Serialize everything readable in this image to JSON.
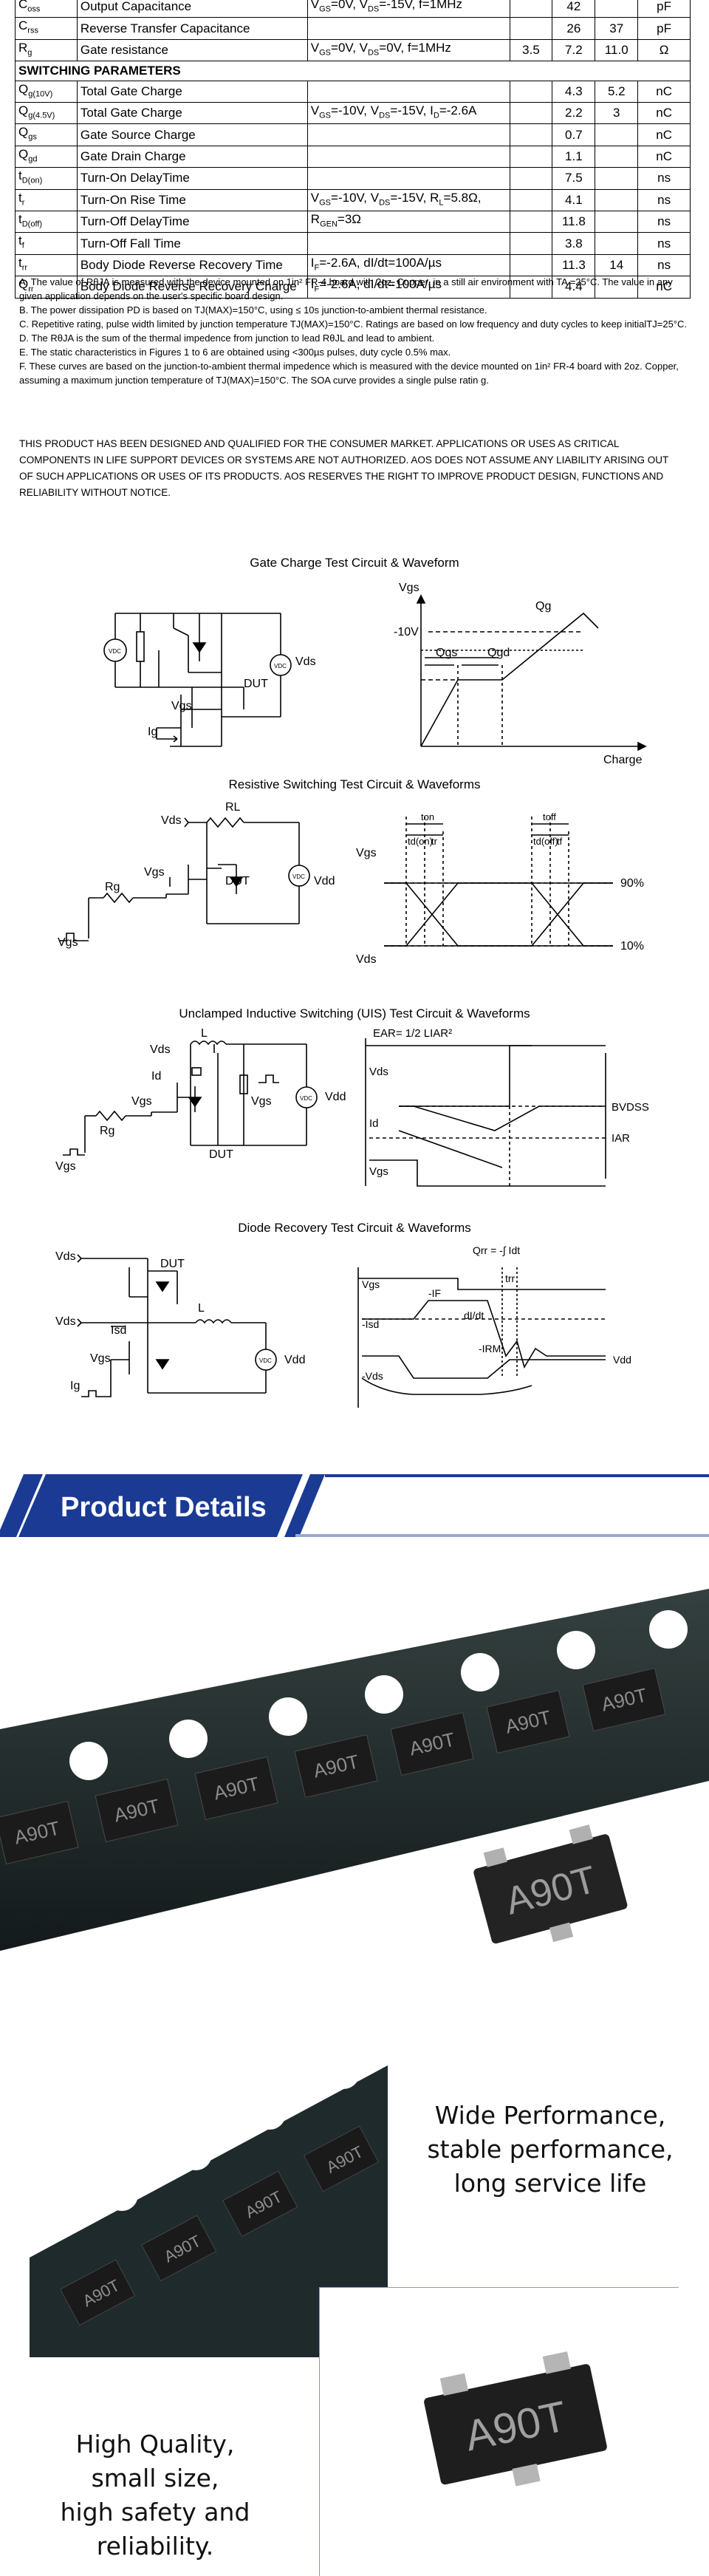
{
  "spec_table": {
    "rows": [
      {
        "sym": "C_oss",
        "param": "Output Capacitance",
        "cond": "V_GS=0V, V_DS=-15V, f=1MHz",
        "min": "",
        "typ": "42",
        "max": "",
        "unit": "pF"
      },
      {
        "sym": "C_rss",
        "param": "Reverse Transfer Capacitance",
        "cond": "",
        "min": "",
        "typ": "26",
        "max": "37",
        "unit": "pF"
      },
      {
        "sym": "R_g",
        "param": "Gate resistance",
        "cond": "V_GS=0V, V_DS=0V, f=1MHz",
        "min": "3.5",
        "typ": "7.2",
        "max": "11.0",
        "unit": "Ω"
      },
      {
        "section": "SWITCHING PARAMETERS"
      },
      {
        "sym": "Q_g(10V)",
        "param": "Total Gate Charge",
        "cond": "",
        "min": "",
        "typ": "4.3",
        "max": "5.2",
        "unit": "nC"
      },
      {
        "sym": "Q_g(4.5V)",
        "param": "Total Gate Charge",
        "cond": "V_GS=-10V, V_DS=-15V, I_D=-2.6A",
        "min": "",
        "typ": "2.2",
        "max": "3",
        "unit": "nC"
      },
      {
        "sym": "Q_gs",
        "param": "Gate Source Charge",
        "cond": "",
        "min": "",
        "typ": "0.7",
        "max": "",
        "unit": "nC"
      },
      {
        "sym": "Q_gd",
        "param": "Gate Drain Charge",
        "cond": "",
        "min": "",
        "typ": "1.1",
        "max": "",
        "unit": "nC"
      },
      {
        "sym": "t_D(on)",
        "param": "Turn-On DelayTime",
        "cond": "",
        "min": "",
        "typ": "7.5",
        "max": "",
        "unit": "ns"
      },
      {
        "sym": "t_r",
        "param": "Turn-On Rise Time",
        "cond": "V_GS=-10V, V_DS=-15V, R_L=5.8Ω,",
        "min": "",
        "typ": "4.1",
        "max": "",
        "unit": "ns"
      },
      {
        "sym": "t_D(off)",
        "param": "Turn-Off DelayTime",
        "cond": "R_GEN=3Ω",
        "min": "",
        "typ": "11.8",
        "max": "",
        "unit": "ns"
      },
      {
        "sym": "t_f",
        "param": "Turn-Off Fall Time",
        "cond": "",
        "min": "",
        "typ": "3.8",
        "max": "",
        "unit": "ns"
      },
      {
        "sym": "t_rr",
        "param": "Body Diode Reverse Recovery Time",
        "cond": "I_F=-2.6A, dI/dt=100A/µs",
        "min": "",
        "typ": "11.3",
        "max": "14",
        "unit": "ns"
      },
      {
        "sym": "Q_rr",
        "param": "Body Diode Reverse Recovery Charge",
        "cond": "I_F=-2.6A, dI/dt=100A/µs",
        "min": "",
        "typ": "4.4",
        "max": "",
        "unit": "nC"
      }
    ]
  },
  "notes": [
    "A. The value of RθJA is measured with the device mounted on 1in² FR-4 board with 2oz. Copper, in a still air environment with TA =25°C. The value in any given application depends on the user's specific board design.",
    "B. The power dissipation PD is based on TJ(MAX)=150°C, using ≤ 10s junction-to-ambient thermal resistance.",
    "C. Repetitive rating, pulse width limited by junction temperature TJ(MAX)=150°C. Ratings are based on low frequency and duty cycles to keep initialTJ=25°C.",
    "D. The RθJA is the sum of the thermal impedence from junction to lead RθJL and lead to ambient.",
    "E. The static characteristics in Figures 1 to 6 are obtained using <300µs pulses, duty cycle 0.5% max.",
    "F. These curves are based on the junction-to-ambient thermal impedence which is measured with the device mounted on 1in² FR-4 board with 2oz. Copper, assuming a maximum junction temperature of TJ(MAX)=150°C. The SOA curve provides a single pulse ratin g."
  ],
  "disclaimer": "THIS PRODUCT HAS BEEN DESIGNED AND QUALIFIED FOR THE CONSUMER MARKET. APPLICATIONS OR USES AS CRITICAL COMPONENTS IN LIFE SUPPORT DEVICES OR SYSTEMS ARE NOT AUTHORIZED. AOS DOES NOT ASSUME ANY LIABILITY ARISING OUT OF SUCH APPLICATIONS OR USES OF ITS PRODUCTS. AOS RESERVES THE RIGHT TO IMPROVE PRODUCT DESIGN, FUNCTIONS AND RELIABILITY WITHOUT NOTICE.",
  "diagrams": {
    "gate_charge": {
      "title": "Gate Charge Test Circuit & Waveform",
      "labels": {
        "vgs": "Vgs",
        "ten_v": "-10V",
        "qg": "Qg",
        "qgs": "Qgs",
        "qgd": "Qgd",
        "charge": "Charge",
        "vds": "Vds",
        "dut": "DUT",
        "ig": "Ig",
        "vgs2": "Vgs",
        "vdc": "VDC"
      }
    },
    "resistive": {
      "title": "Resistive Switching Test Circuit & Waveforms",
      "labels": {
        "vds": "Vds",
        "rl": "RL",
        "vgs": "Vgs",
        "dut": "DUT",
        "vdd": "Vdd",
        "rg": "Rg",
        "vgs_in": "Vgs",
        "ton": "ton",
        "toff": "toff",
        "tdon": "td(on)",
        "tr": "tr",
        "tdoff": "td(off)",
        "tf": "tf",
        "p90": "90%",
        "p10": "10%",
        "w_vgs": "Vgs",
        "w_vds": "Vds",
        "vdc": "VDC"
      }
    },
    "uis": {
      "title": "Unclamped Inductive Switching (UIS) Test Circuit & Waveforms",
      "labels": {
        "l": "L",
        "vds": "Vds",
        "id": "Id",
        "vgs": "Vgs",
        "rg": "Rg",
        "dut": "DUT",
        "vdd": "Vdd",
        "vgs_in": "Vgs",
        "vgs_sym": "Vgs",
        "ear": "EAR= 1/2 LIAR²",
        "w_vds": "Vds",
        "w_id": "Id",
        "w_vgs": "Vgs",
        "bvdss": "BVDSS",
        "iar": "IAR",
        "vdc": "VDC"
      }
    },
    "diode": {
      "title": "Diode Recovery Test Circuit & Waveforms",
      "labels": {
        "vds1": "Vds",
        "dut": "DUT",
        "vds2": "Vds",
        "isd": "Isd",
        "l": "L",
        "vgs": "Vgs",
        "vdd": "Vdd",
        "ig": "Ig",
        "qrr": "Qrr = -∫ Idt",
        "w_vgs": "Vgs",
        "w_isd": "-Isd",
        "w_if": "-IF",
        "didt": "dI/dt",
        "trr": "trr",
        "irm": "-IRM",
        "w_vdd": "Vdd",
        "w_vds": "-Vds",
        "vdc": "VDC"
      }
    }
  },
  "banner": {
    "title": "Product Details"
  },
  "product": {
    "marking": "A90T"
  },
  "captions": {
    "wide_performance": [
      "Wide Performance,",
      "stable performance,",
      "long service life"
    ],
    "high_quality": [
      "High Quality,",
      "small size,",
      "high safety and",
      "reliability."
    ]
  },
  "colors": {
    "banner_blue": "#1b3a93",
    "tape": "#1f2a2d",
    "chip": "#232323"
  }
}
